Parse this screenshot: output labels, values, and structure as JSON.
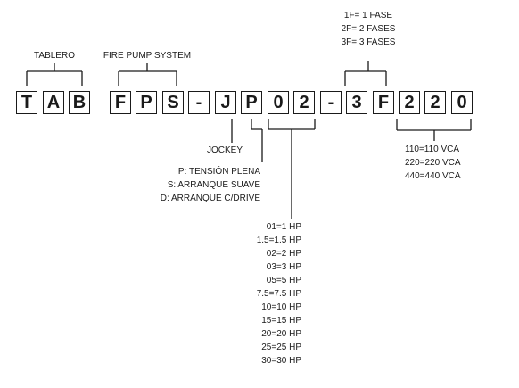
{
  "code": {
    "tab": [
      "T",
      "A",
      "B"
    ],
    "fps": [
      "F",
      "P",
      "S"
    ],
    "dash1": "-",
    "jockey": [
      "J",
      "P"
    ],
    "hp": [
      "0",
      "2"
    ],
    "dash2": "-",
    "phase": [
      "3",
      "F"
    ],
    "voltage": [
      "2",
      "2",
      "0"
    ]
  },
  "labels": {
    "tablero": "TABLERO",
    "fire_pump": "FIRE PUMP SYSTEM",
    "jockey": "JOCKEY",
    "start_type": [
      "P: TENSIÓN PLENA",
      "S: ARRANQUE SUAVE",
      "D: ARRANQUE C/DRIVE"
    ],
    "phases": [
      "1F= 1 FASE",
      "2F= 2 FASES",
      "3F= 3 FASES"
    ],
    "voltages": [
      "110=110 VCA",
      "220=220 VCA",
      "440=440 VCA"
    ],
    "hp_options": [
      "01=1 HP",
      "1.5=1.5 HP",
      "02=2 HP",
      "03=3 HP",
      "05=5 HP",
      "7.5=7.5 HP",
      "10=10 HP",
      "15=15 HP",
      "20=20 HP",
      "25=25 HP",
      "30=30 HP"
    ]
  }
}
